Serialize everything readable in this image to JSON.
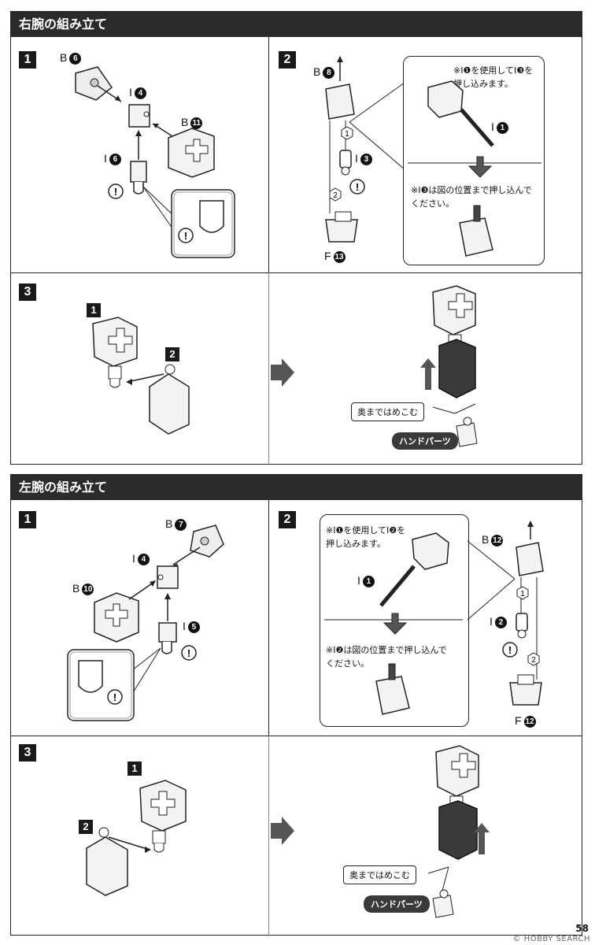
{
  "right_arm": {
    "title": "右腕の組み立て",
    "step1": {
      "num": "1",
      "labels": {
        "b6": "B",
        "b6n": "6",
        "i4": "I",
        "i4n": "4",
        "b11": "B",
        "b11n": "11",
        "i6": "I",
        "i6n": "6"
      }
    },
    "step2": {
      "num": "2",
      "labels": {
        "b8": "B",
        "b8n": "8",
        "i3": "I",
        "i3n": "3",
        "f13": "F",
        "f13n": "13",
        "i1": "I",
        "i1n": "1",
        "seq1": "1",
        "seq2": "2"
      },
      "note1_line1": "※I❶を使用してI❸を",
      "note1_line2": "押し込みます。",
      "note2_line1": "※I❸は図の位置まで押し込んで",
      "note2_line2": "ください。"
    },
    "step3": {
      "num": "3",
      "part1": "1",
      "part2": "2",
      "push_note": "奥まではめこむ",
      "hand_parts": "ハンドパーツ"
    }
  },
  "left_arm": {
    "title": "左腕の組み立て",
    "step1": {
      "num": "1",
      "labels": {
        "b7": "B",
        "b7n": "7",
        "i4": "I",
        "i4n": "4",
        "b10": "B",
        "b10n": "10",
        "i5": "I",
        "i5n": "5"
      }
    },
    "step2": {
      "num": "2",
      "labels": {
        "b12": "B",
        "b12n": "12",
        "i2": "I",
        "i2n": "2",
        "f12": "F",
        "f12n": "12",
        "i1": "I",
        "i1n": "1",
        "seq1": "1",
        "seq2": "2"
      },
      "note1_line1": "※I❶を使用してI❷を",
      "note1_line2": "押し込みます。",
      "note2_line1": "※I❷は図の位置まで押し込んで",
      "note2_line2": "ください。"
    },
    "step3": {
      "num": "3",
      "part1": "1",
      "part2": "2",
      "push_note": "奥まではめこむ",
      "hand_parts": "ハンドパーツ"
    }
  },
  "footer": {
    "page": "58",
    "watermark": "© HOBBY SEARCH"
  },
  "icons": [
    "warning-icon",
    "arrow-right-icon",
    "arrow-up-icon",
    "hexagon-step-icon"
  ]
}
